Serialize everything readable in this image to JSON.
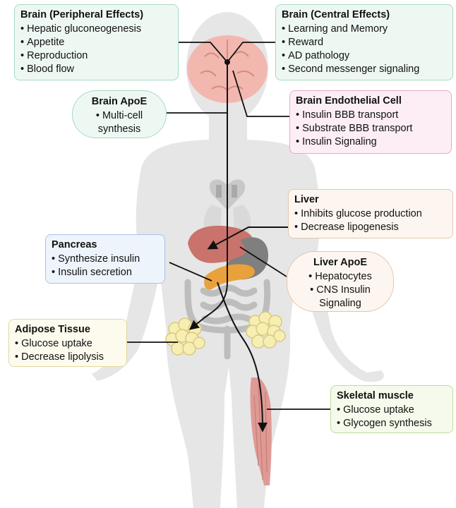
{
  "boxes": {
    "brain_peripheral": {
      "title": "Brain (Peripheral Effects)",
      "items": [
        "Hepatic gluconeogenesis",
        "Appetite",
        "Reproduction",
        "Blood flow"
      ]
    },
    "brain_central": {
      "title": "Brain (Central Effects)",
      "items": [
        "Learning and Memory",
        "Reward",
        "AD pathology",
        "Second messenger signaling"
      ]
    },
    "brain_apoe": {
      "title": "Brain ApoE",
      "items": [
        "Multi-cell synthesis"
      ]
    },
    "brain_endothelial": {
      "title": "Brain Endothelial Cell",
      "items": [
        "Insulin BBB transport",
        "Substrate BBB transport",
        "Insulin Signaling"
      ]
    },
    "liver": {
      "title": "Liver",
      "items": [
        "Inhibits glucose production",
        "Decrease lipogenesis"
      ]
    },
    "pancreas": {
      "title": "Pancreas",
      "items": [
        "Synthesize insulin",
        "Insulin secretion"
      ]
    },
    "liver_apoe": {
      "title": "Liver ApoE",
      "items": [
        "Hepatocytes",
        "CNS Insulin Signaling"
      ]
    },
    "adipose": {
      "title": "Adipose Tissue",
      "items": [
        "Glucose uptake",
        "Decrease lipolysis"
      ]
    },
    "skeletal_muscle": {
      "title": "Skeletal muscle",
      "items": [
        "Glucose uptake",
        "Glycogen synthesis"
      ]
    }
  },
  "colors": {
    "body_silhouette": "#e6e6e6",
    "brain": "#f2b8b0",
    "liver": "#c9736c",
    "pancreas": "#e9a23b",
    "stomach": "#7f7f7f",
    "intestine": "#bdbdbd",
    "fat": "#f7eeb4",
    "muscle": "#e09a95",
    "arrow": "#111111"
  }
}
